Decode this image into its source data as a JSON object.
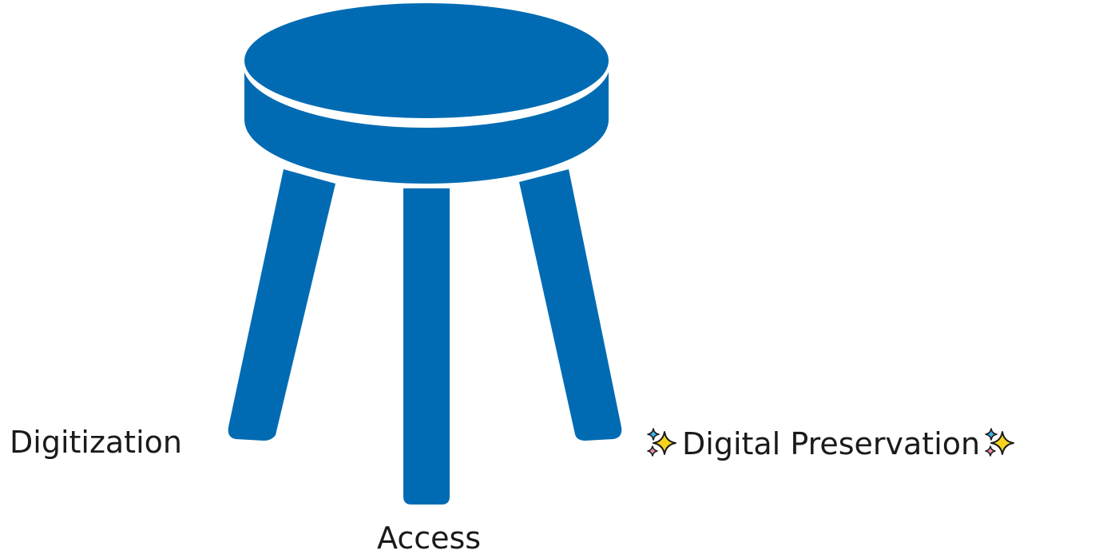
{
  "labels": {
    "digitization": "Digitization",
    "access": "Access",
    "digital_preservation": "Digital Preservation"
  },
  "icons": {
    "stool": "stool-icon",
    "sparkles": "sparkles-icon"
  },
  "colors": {
    "stool": "#006bb3",
    "sparkle_main": "#f7d21e",
    "sparkle_blue": "#3ab4e8",
    "sparkle_pink": "#f08bb8",
    "outline": "#1a1a1a"
  }
}
